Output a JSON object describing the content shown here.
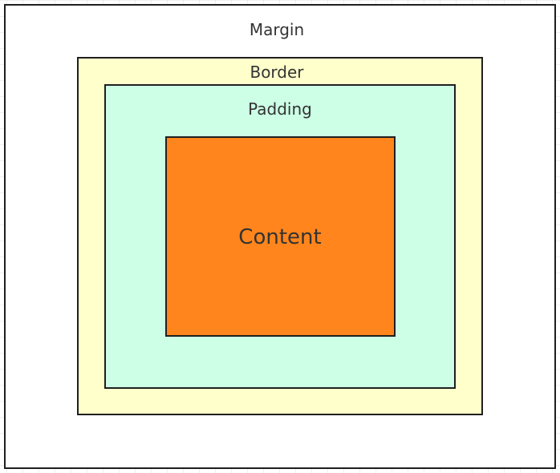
{
  "diagram": {
    "labels": {
      "margin": "Margin",
      "border": "Border",
      "padding": "Padding",
      "content": "Content"
    },
    "colors": {
      "margin_fill": "#ffffff",
      "border_fill": "#ffffcc",
      "padding_fill": "#ccffe6",
      "content_fill": "#ff851c",
      "outline": "#1f1f1f",
      "text": "#333333"
    }
  }
}
